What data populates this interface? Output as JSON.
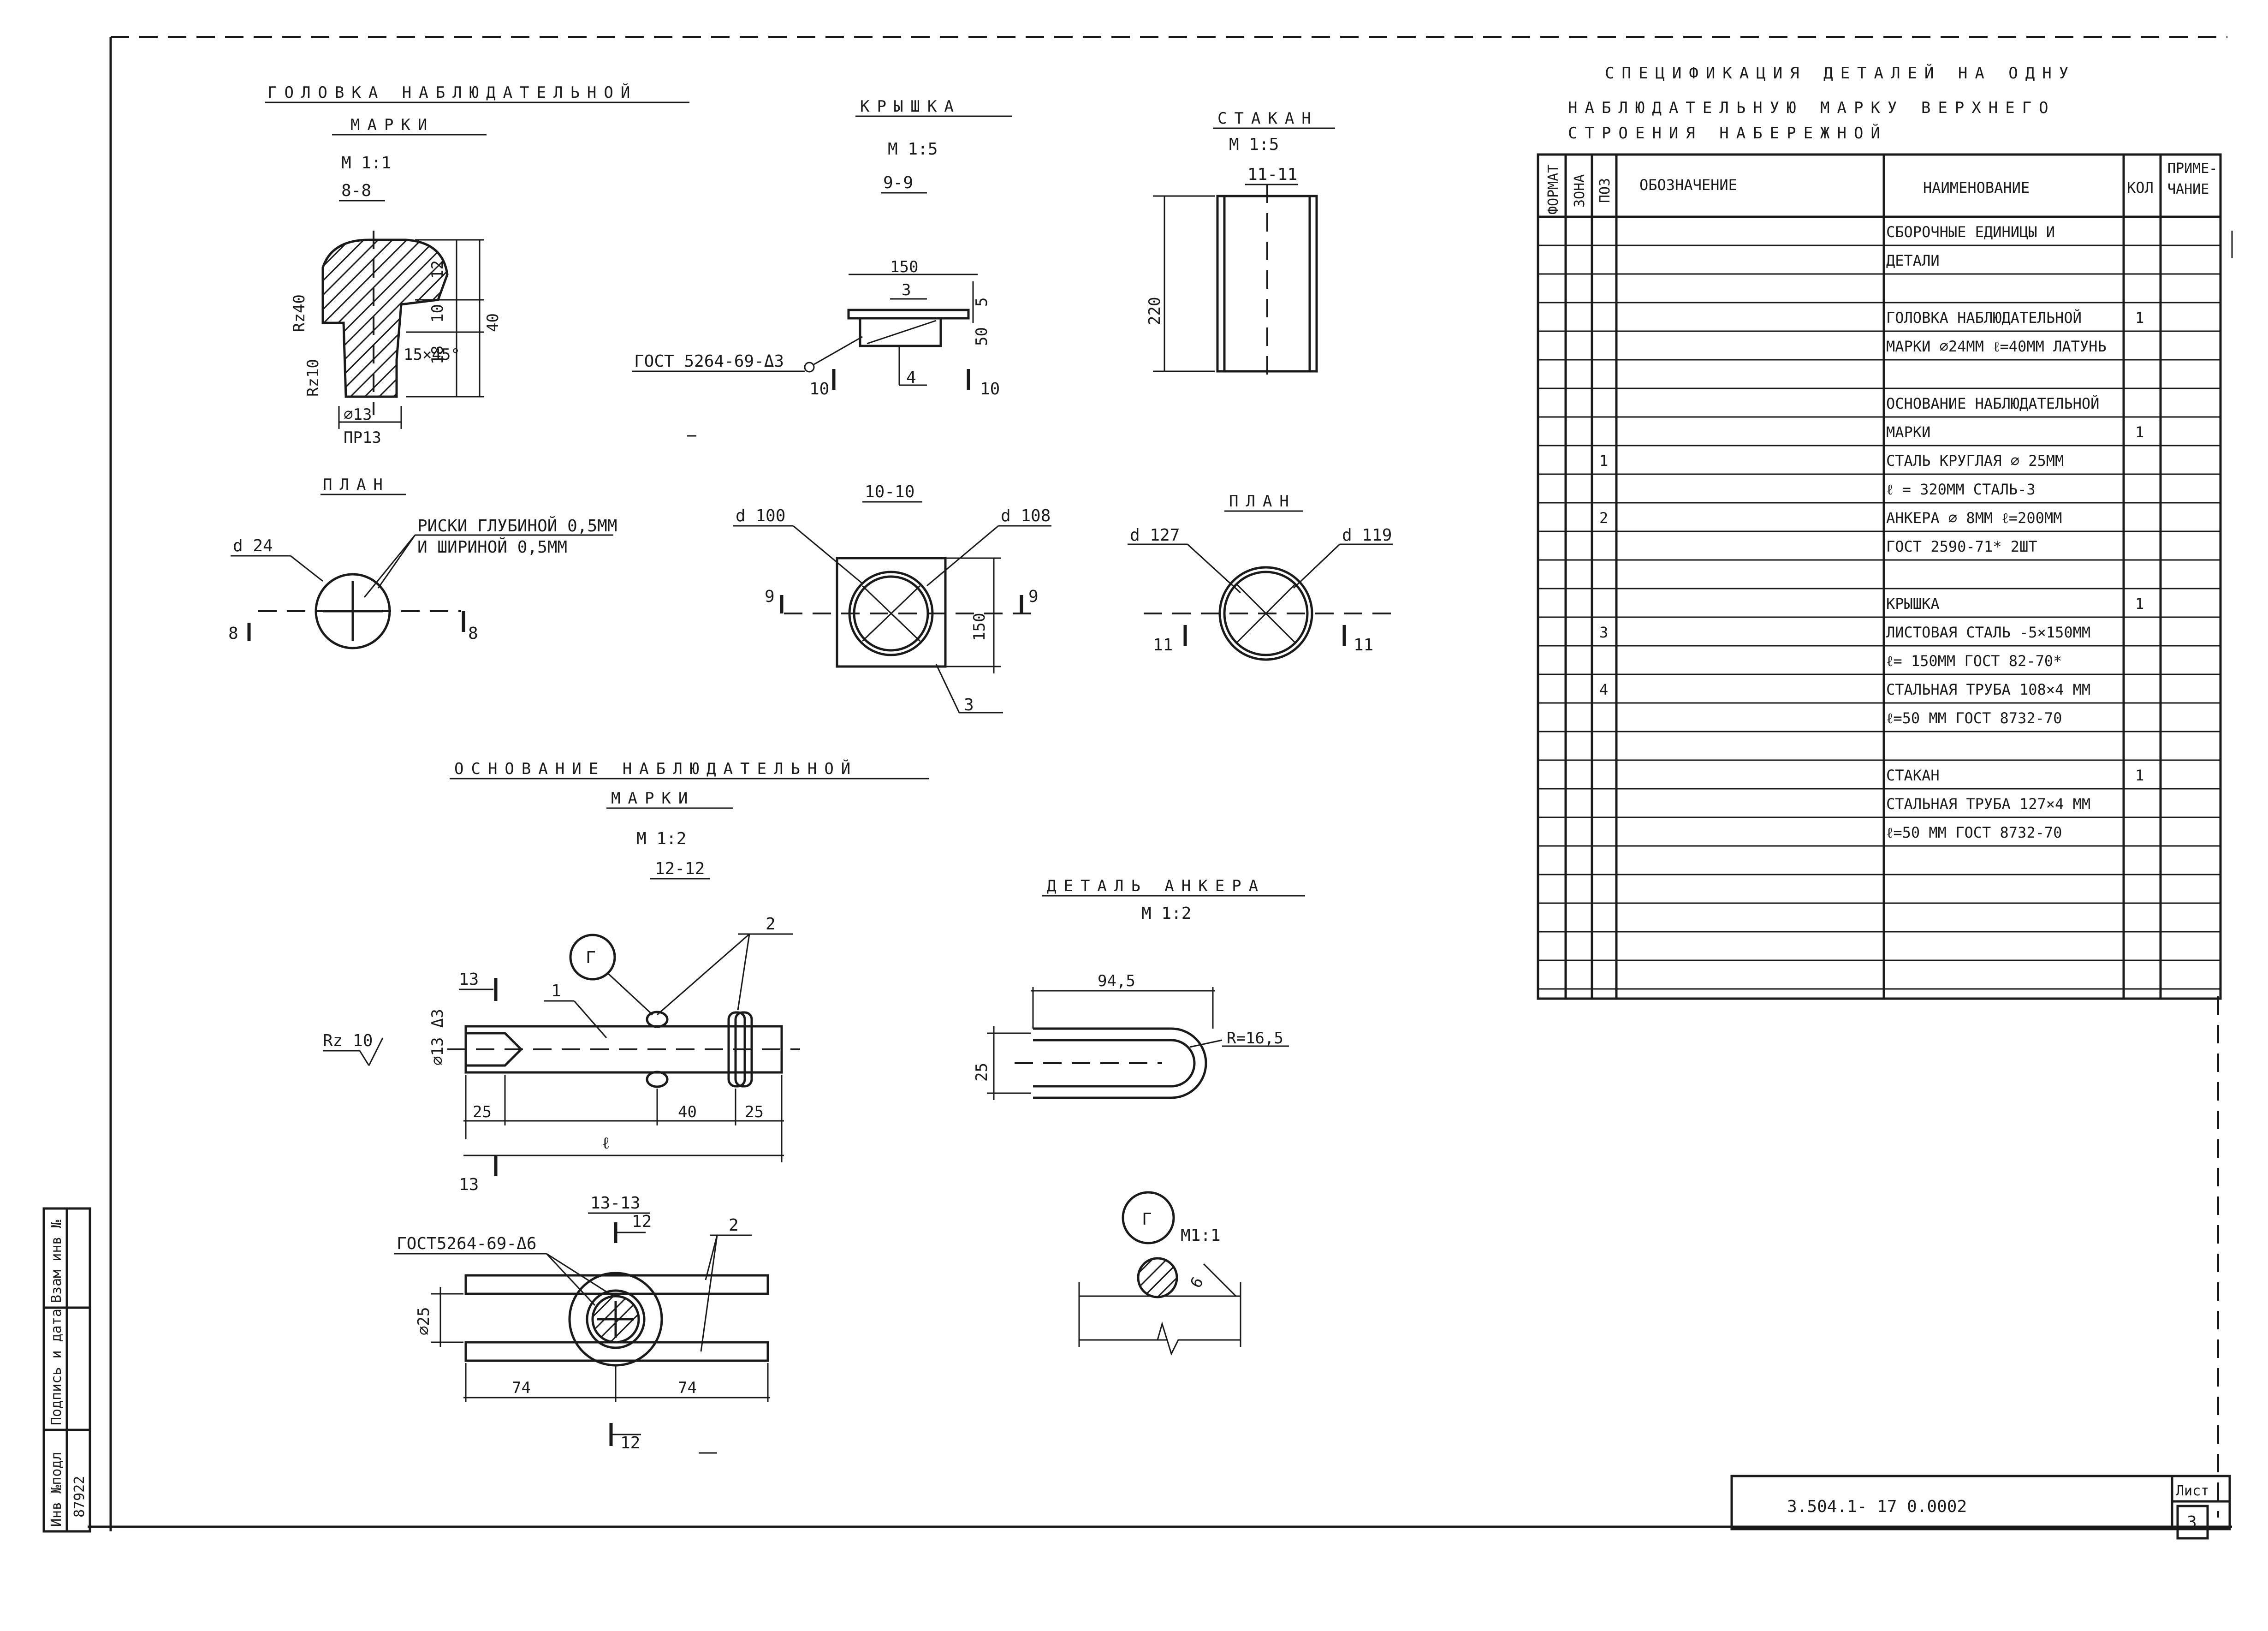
{
  "views": {
    "head": {
      "title_1": "ГОЛОВКА НАБЛЮДАТЕЛЬНОЙ",
      "title_2": "МАРКИ",
      "scale": "М 1:1",
      "section": "8-8",
      "dims": [
        "Rz40",
        "Rz10",
        "12",
        "10",
        "15×45°",
        "18",
        "40",
        "⌀13",
        "ПР13"
      ],
      "plan_title": "ПЛАН",
      "plan_note_1": "РИСКИ ГЛУБИНОЙ 0,5ММ",
      "plan_note_2": "И ШИРИНОЙ 0,5ММ",
      "plan_diam": "d 24",
      "cut_labels": [
        "8",
        "8"
      ]
    },
    "cap": {
      "title": "КРЫШКА",
      "scale": "М 1:5",
      "section": "9-9",
      "dims": [
        "150",
        "3",
        "5",
        "50"
      ],
      "gost": "ГОСТ 5264-69-Δ3",
      "leaders": [
        "4"
      ],
      "cut_labels": [
        "10",
        "10"
      ],
      "plan_section": "10-10",
      "plan_d1": "d 100",
      "plan_d2": "d 108",
      "plan_dim": "150",
      "plan_cuts": [
        "9",
        "9"
      ],
      "plan_leader": "3"
    },
    "glass": {
      "title": "СТАКАН",
      "scale": "М 1:5",
      "section": "11-11",
      "dim": "220",
      "plan_title": "ПЛАН",
      "plan_d1": "d 127",
      "plan_d2": "d 119",
      "cut_labels": [
        "11",
        "11"
      ]
    },
    "base": {
      "title_1": "ОСНОВАНИЕ НАБЛЮДАТЕЛЬНОЙ",
      "title_2": "МАРКИ",
      "scale": "М 1:2",
      "section": "12-12",
      "callout": "Г",
      "leaders": [
        "1",
        "2"
      ],
      "cuts": [
        "13",
        "13"
      ],
      "rough": "Rz 10",
      "diam": "⌀13 Δ3",
      "dims": [
        "25",
        "40",
        "25",
        "ℓ"
      ],
      "section2": "13-13",
      "gost": "ГОСТ5264-69-Δ6",
      "leader2": "2",
      "section2_cuts": [
        "12",
        "12"
      ],
      "diam2": "⌀25",
      "dims2": [
        "74",
        "74"
      ]
    },
    "anchor": {
      "title": "ДЕТАЛЬ АНКЕРА",
      "scale": "М 1:2",
      "dims": [
        "94,5",
        "25",
        "R=16,5"
      ],
      "detail_callout": "Г",
      "detail_scale": "М1:1",
      "weld": "6"
    }
  },
  "spec": {
    "title_1": "СПЕЦИФИКАЦИЯ ДЕТАЛЕЙ НА ОДНУ",
    "title_2": "НАБЛЮДАТЕЛЬНУЮ МАРКУ ВЕРХНЕГО",
    "title_3": "СТРОЕНИЯ НАБЕРЕЖНОЙ",
    "headers": {
      "format": "ФОРМАТ",
      "zone": "ЗОНА",
      "pos": "ПОЗ",
      "designation": "ОБОЗНАЧЕНИЕ",
      "name": "НАИМЕНОВАНИЕ",
      "qty": "КОЛ",
      "note_1": "ПРИМЕ-",
      "note_2": "ЧАНИЕ"
    },
    "rows": [
      {
        "pos": "",
        "name": "СБОРОЧНЫЕ ЕДИНИЦЫ И",
        "qty": ""
      },
      {
        "pos": "",
        "name": "ДЕТАЛИ",
        "qty": ""
      },
      {
        "pos": "",
        "name": "",
        "qty": ""
      },
      {
        "pos": "",
        "name": "ГОЛОВКА НАБЛЮДАТЕЛЬНОЙ",
        "qty": "1"
      },
      {
        "pos": "",
        "name": "МАРКИ ⌀24ММ ℓ=40ММ ЛАТУНЬ",
        "qty": ""
      },
      {
        "pos": "",
        "name": "",
        "qty": ""
      },
      {
        "pos": "",
        "name": "ОСНОВАНИЕ НАБЛЮДАТЕЛЬНОЙ",
        "qty": ""
      },
      {
        "pos": "",
        "name": "МАРКИ",
        "qty": "1"
      },
      {
        "pos": "1",
        "name": "СТАЛЬ КРУГЛАЯ ⌀ 25ММ",
        "qty": ""
      },
      {
        "pos": "",
        "name": "ℓ = 320ММ СТАЛЬ-3",
        "qty": ""
      },
      {
        "pos": "2",
        "name": "АНКЕРА ⌀ 8ММ ℓ=200ММ",
        "qty": ""
      },
      {
        "pos": "",
        "name": "ГОСТ 2590-71* 2ШТ",
        "qty": ""
      },
      {
        "pos": "",
        "name": "",
        "qty": ""
      },
      {
        "pos": "",
        "name": "КРЫШКА",
        "qty": "1"
      },
      {
        "pos": "3",
        "name": "ЛИСТОВАЯ СТАЛЬ -5×150ММ",
        "qty": ""
      },
      {
        "pos": "",
        "name": "ℓ= 150ММ ГОСТ 82-70*",
        "qty": ""
      },
      {
        "pos": "4",
        "name": "СТАЛЬНАЯ ТРУБА 108×4 ММ",
        "qty": ""
      },
      {
        "pos": "",
        "name": "ℓ=50 ММ ГОСТ 8732-70",
        "qty": ""
      },
      {
        "pos": "",
        "name": "",
        "qty": ""
      },
      {
        "pos": "",
        "name": "СТАКАН",
        "qty": "1"
      },
      {
        "pos": "",
        "name": "СТАЛЬНАЯ ТРУБА 127×4 ММ",
        "qty": ""
      },
      {
        "pos": "",
        "name": "ℓ=50 ММ ГОСТ 8732-70",
        "qty": ""
      },
      {
        "pos": "",
        "name": "",
        "qty": ""
      },
      {
        "pos": "",
        "name": "",
        "qty": ""
      },
      {
        "pos": "",
        "name": "",
        "qty": ""
      },
      {
        "pos": "",
        "name": "",
        "qty": ""
      },
      {
        "pos": "",
        "name": "",
        "qty": ""
      }
    ]
  },
  "stamp": {
    "doc_number": "3.504.1- 17 0.0002",
    "sheet_label": "Лист",
    "sheet": "3"
  },
  "side_stamp": {
    "inv": "Инв №подл",
    "sign": "Подпись и дата",
    "replace": "Взам инв №",
    "inv_value": "87922"
  }
}
